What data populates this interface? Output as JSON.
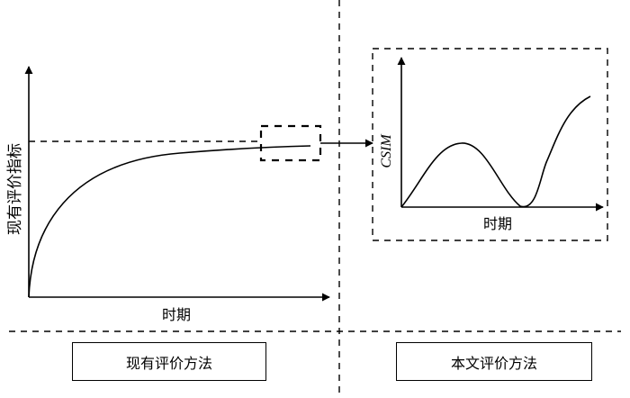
{
  "left_panel": {
    "y_axis_label": "现有评价指标",
    "x_axis_label": "时期",
    "method_label": "现有评价方法"
  },
  "right_panel": {
    "y_axis_label": "CSIM",
    "x_axis_label": "时期",
    "method_label": "本文评价方法"
  }
}
